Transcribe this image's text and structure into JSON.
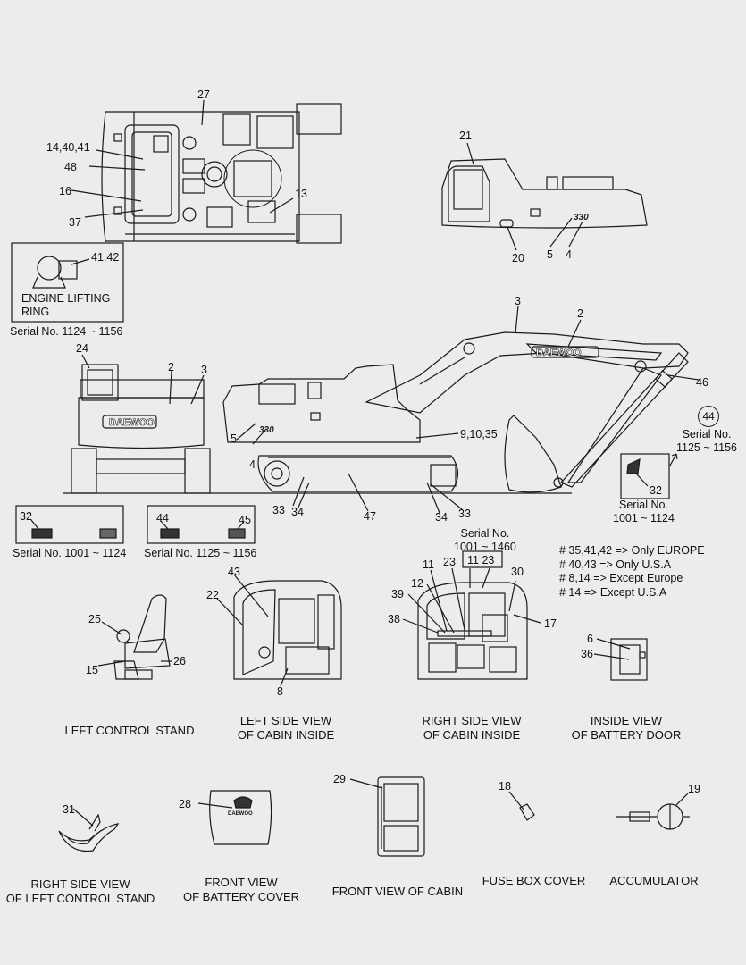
{
  "callouts": {
    "c1": "27",
    "c2": "14,40,41",
    "c3": "48",
    "c4": "16",
    "c5": "37",
    "c6": "13",
    "c7": "21",
    "c8": "20",
    "c9": "5",
    "c10": "4",
    "c11": "41,42",
    "c12": "24",
    "c13": "2",
    "c14": "3",
    "c15": "5",
    "c16": "4",
    "c17": "3",
    "c18": "2",
    "c19": "46",
    "c20": "44",
    "c21": "9,10,35",
    "c22": "33",
    "c23": "34",
    "c24": "47",
    "c25": "34",
    "c26": "33",
    "c27": "32",
    "c28": "32",
    "c29": "44",
    "c30": "45",
    "c31": "43",
    "c32": "22",
    "c33": "8",
    "c34": "25",
    "c35": "15",
    "c36": "26",
    "c37": "11",
    "c38": "23",
    "c39": "11 23",
    "c40": "30",
    "c41": "39",
    "c42": "12",
    "c43": "38",
    "c44": "17",
    "c45": "6",
    "c46": "36",
    "c47": "31",
    "c48": "28",
    "c49": "29",
    "c50": "18",
    "c51": "19"
  },
  "labels": {
    "engine_lifting_ring": "ENGINE LIFTING\nRING",
    "serial_1124_1156": "Serial No. 1124 ~ 1156",
    "serial_1125_1156_right": "Serial No.\n1125 ~ 1156",
    "serial_1001_1124_right": "Serial No.\n1001 ~ 1124",
    "serial_1001_1124_left": "Serial No. 1001 ~ 1124",
    "serial_1125_1156_mid": "Serial No. 1125 ~ 1156",
    "serial_1001_1460": "Serial No.\n1001 ~ 1460",
    "brand_boom": "DAEWOO",
    "brand_rear": "DAEWOO",
    "brand_logo_small": "DAEWOO"
  },
  "notes": [
    "# 35,41,42 => Only EUROPE",
    "# 40,43 => Only U.S.A",
    "# 8,14 => Except Europe",
    "# 14 => Except U.S.A"
  ],
  "captions": {
    "left_control_stand": "LEFT CONTROL STAND",
    "left_side_cabin": "LEFT SIDE VIEW\nOF CABIN INSIDE",
    "right_side_cabin": "RIGHT SIDE VIEW\nOF CABIN INSIDE",
    "battery_door": "INSIDE VIEW\nOF BATTERY DOOR",
    "right_side_stand": "RIGHT SIDE VIEW\nOF LEFT CONTROL STAND",
    "battery_cover": "FRONT VIEW\nOF BATTERY COVER",
    "front_cabin": "FRONT VIEW OF CABIN",
    "fuse_box": "FUSE BOX COVER",
    "accumulator": "ACCUMULATOR"
  }
}
